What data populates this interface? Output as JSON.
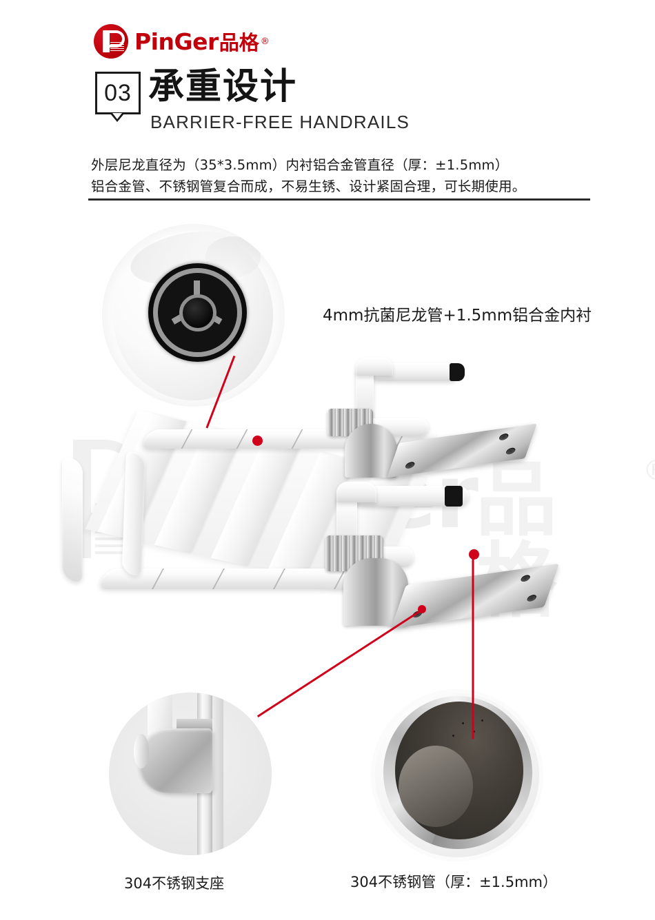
{
  "brand": {
    "name_en": "PinGer",
    "name_cn": "品格",
    "registered": "®",
    "logo_icon": "pinger-p-logo",
    "color": "#c2000b"
  },
  "header": {
    "badge_number": "03",
    "title_cn": "承重设计",
    "title_en": "BARRIER-FREE HANDRAILS"
  },
  "description": {
    "line1": "外层尼龙直径为（35*3.5mm）内衬铝合金管直径（厚：±1.5mm）",
    "line2": "铝合金管、不锈钢管复合而成，不易生锈、设计紧固合理，可长期使用。"
  },
  "watermark": {
    "text_en": "PinGer",
    "text_cn": "品格",
    "registered": "®"
  },
  "callouts": {
    "nylon_tube": "4mm抗菌尼龙管+1.5mm铝合金内衬",
    "steel_bracket": "304不锈钢支座",
    "steel_tube": "304不锈钢管（厚：±1.5mm）"
  },
  "colors": {
    "accent_red": "#d0021b",
    "brand_red": "#c2000b",
    "text": "#1a1a1a",
    "divider": "#2a2a2a",
    "chrome": "#a9a9a9",
    "nylon_white": "#fafafa"
  }
}
